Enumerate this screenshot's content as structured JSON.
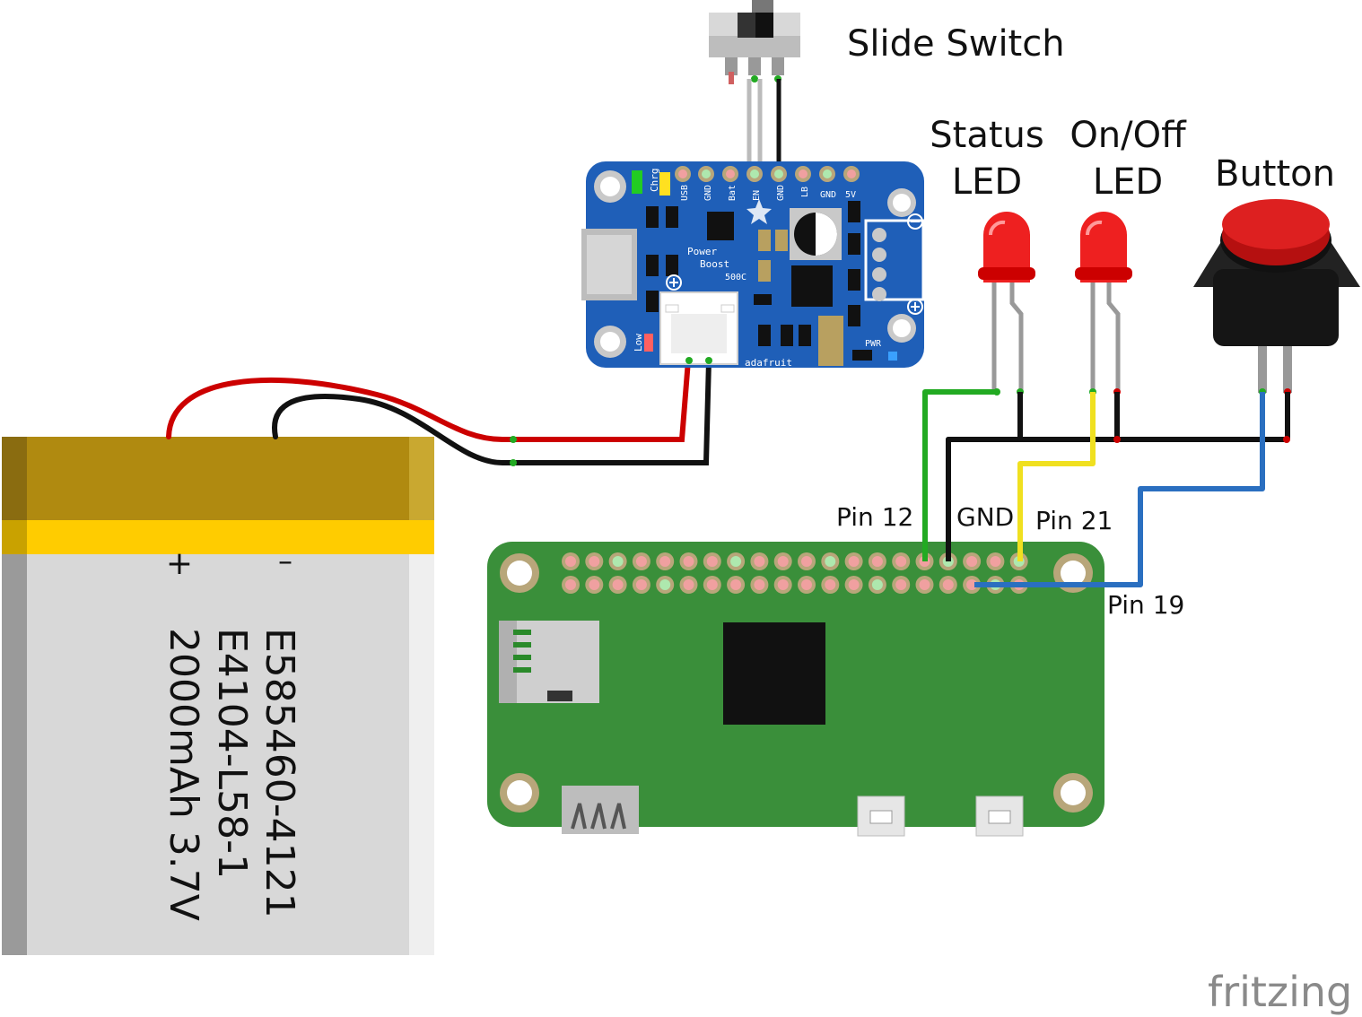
{
  "labels": {
    "slide_switch": "Slide Switch",
    "status_led_1": "Status",
    "status_led_2": "LED",
    "onoff_led_1": "On/Off",
    "onoff_led_2": "LED",
    "button": "Button",
    "pin12": "Pin 12",
    "gnd": "GND",
    "pin21": "Pin 21",
    "pin19": "Pin 19"
  },
  "battery": {
    "line1": "E585460-4121",
    "line2": "E4104-L58-1",
    "line3": "2000mAh 3.7V",
    "plus": "+",
    "minus": "–"
  },
  "powerboost": {
    "pins": [
      "USB",
      "GND",
      "Bat",
      "EN",
      "GND",
      "LB",
      "GND",
      "5V"
    ],
    "chrg": "Chrg",
    "low": "Low",
    "title1": "Power",
    "title2": "Boost",
    "title3": "500C",
    "brand": "adafruit",
    "pwr": "PWR"
  },
  "watermark": "fritzing",
  "colors": {
    "board_blue": "#1f5fb8",
    "pi_green": "#3a8f3a",
    "wire_red": "#cc0000",
    "wire_black": "#111111",
    "wire_green": "#22aa22",
    "wire_yellow": "#f0e020",
    "wire_blue": "#2a6fc0",
    "battery_gold": "#b08a10"
  }
}
